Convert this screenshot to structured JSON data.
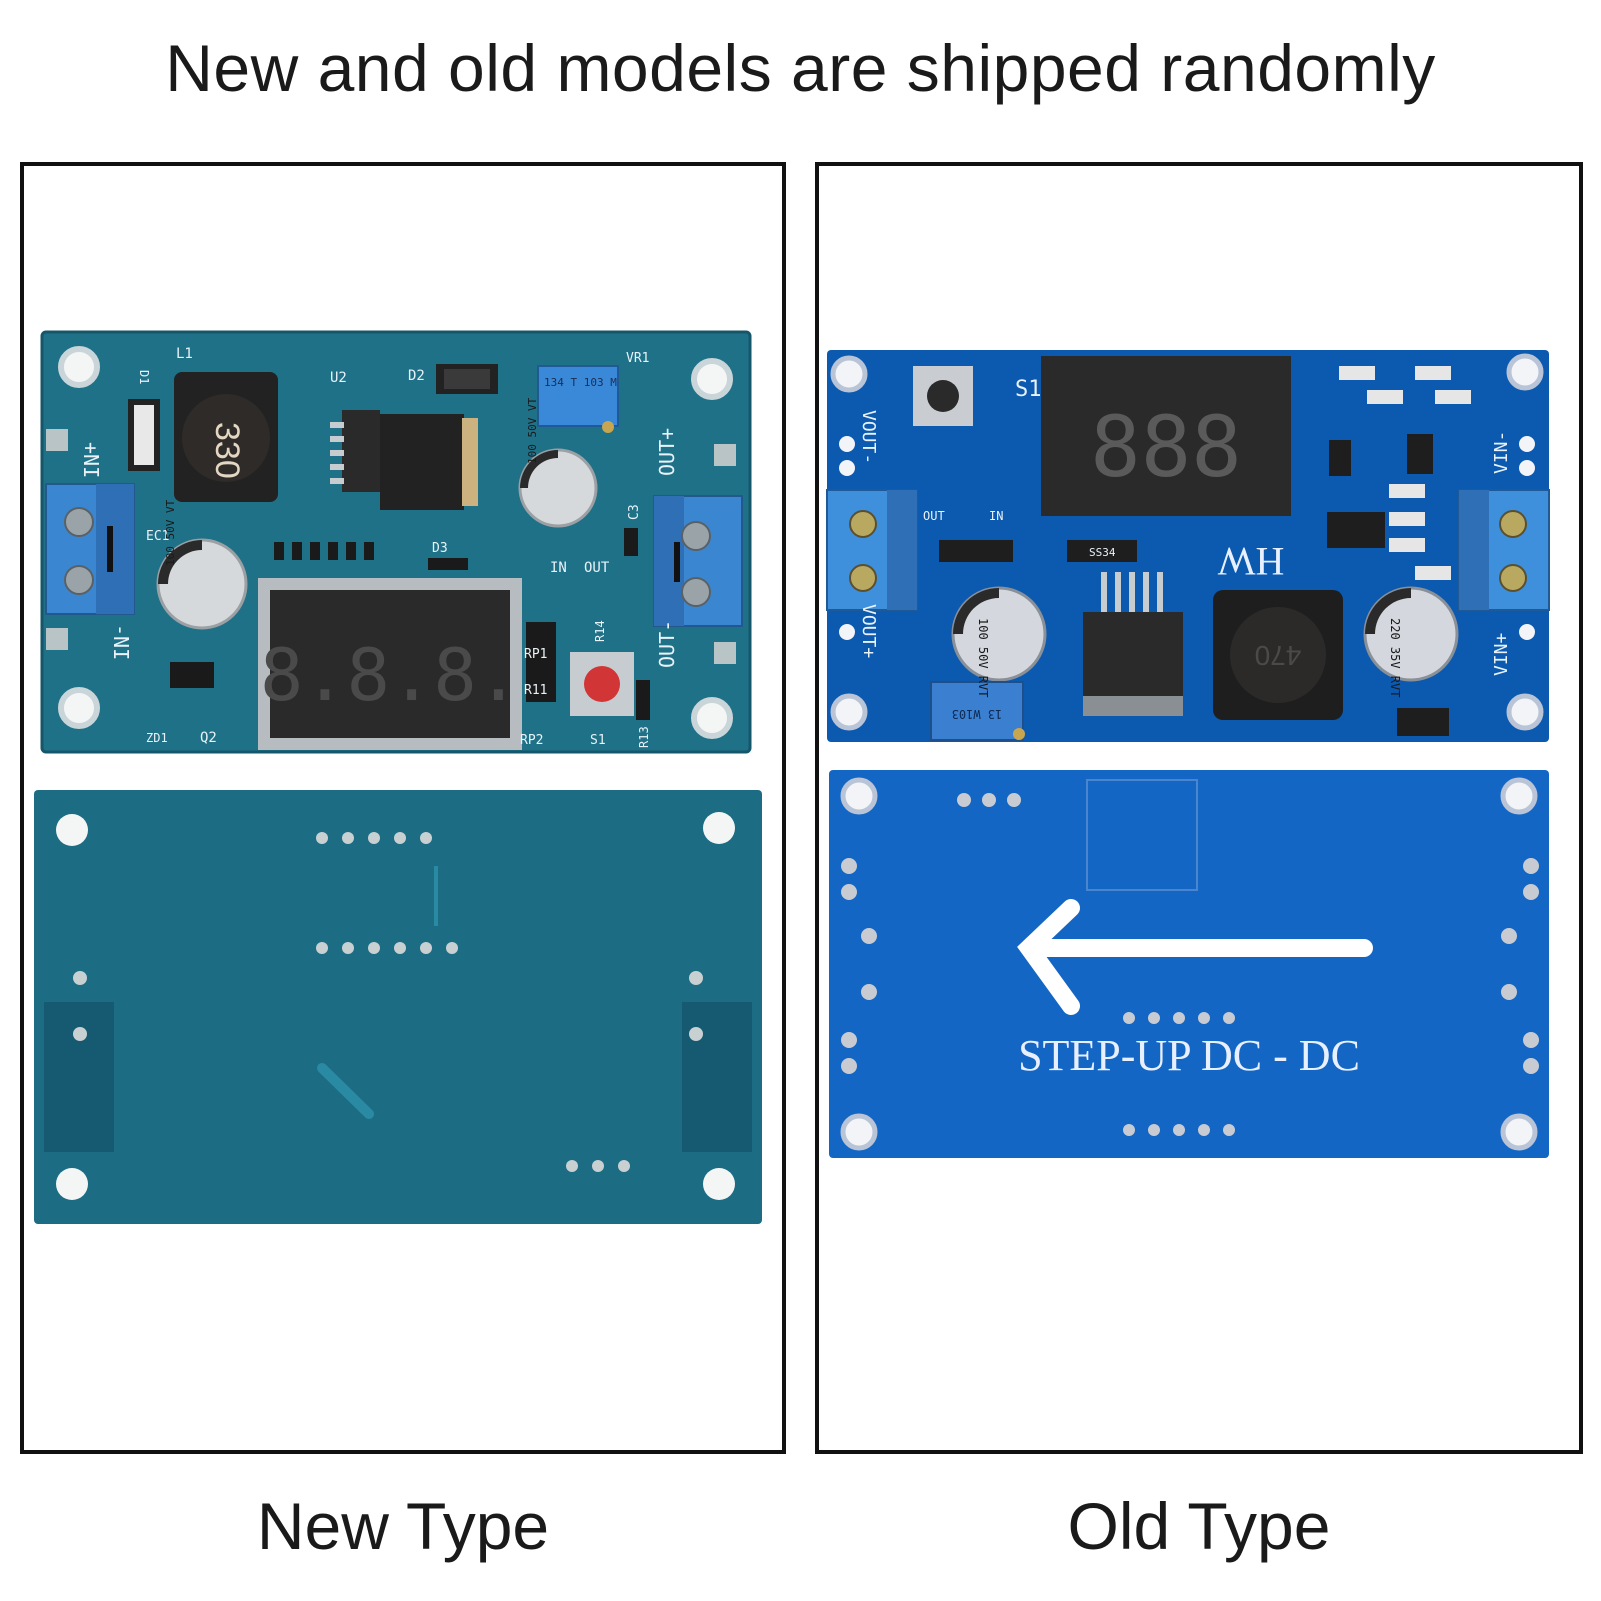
{
  "headline": "New and old models are shipped randomly",
  "panels": {
    "new": {
      "caption": "New Type",
      "board_front_labels": {
        "in_plus": "+NI",
        "in_minus": "-NI",
        "out_plus": "OUT+",
        "out_minus": "OUT-",
        "inductor": "330",
        "cap_ec1": "100 50V VT",
        "cap_ec2": "100 50V VT",
        "pot": "134 T 103 M",
        "display": "8.8.8.",
        "u2": "U2",
        "d2": "D2",
        "d1": "D1",
        "l1": "L1",
        "vr1": "VR1",
        "ec1": "EC1",
        "d3": "D3",
        "s1": "S1",
        "rp1": "RP1",
        "rp2": "RP2",
        "r11": "R11",
        "r13": "R13",
        "r14": "R14",
        "ld_in": "IN",
        "ld_out": "OUT",
        "zd1": "ZD1",
        "q2": "Q2",
        "c3": "C3"
      }
    },
    "old": {
      "caption": "Old Type",
      "board_front_labels": {
        "vout_minus": "VOUT-",
        "vout_plus": "VOUT+",
        "vin_minus": "VIN-",
        "vin_plus": "VIN+",
        "display": "888",
        "brand": "HW",
        "cap_left": "100 50V RVT",
        "cap_right": "220 35V RVT",
        "inductor": "470",
        "pot": "13 W103",
        "s1": "S1",
        "ss34": "SS34",
        "out": "OUT",
        "in": "IN"
      },
      "board_back_text": "STEP-UP    DC - DC"
    }
  },
  "colors": {
    "new_front_pcb": "#1d6f8a",
    "new_back_pcb": "#1c6d84",
    "old_front_pcb": "#0c59b0",
    "old_back_pcb": "#1466c4",
    "terminal": "#3b82d6",
    "display": "#2b2b2b"
  }
}
